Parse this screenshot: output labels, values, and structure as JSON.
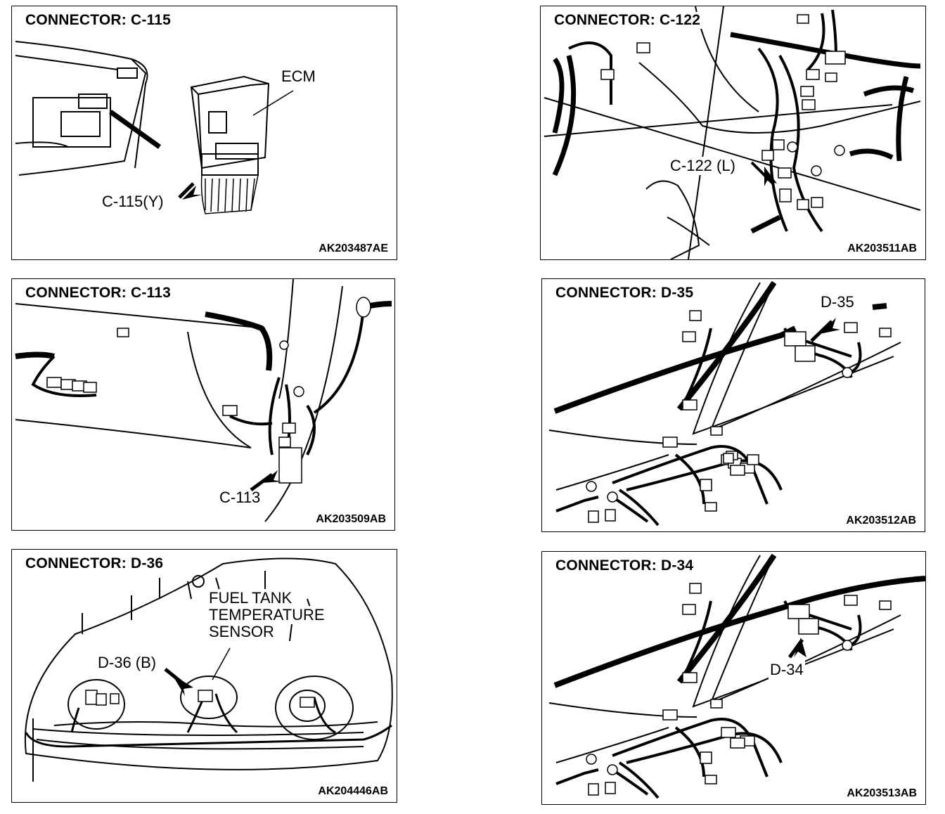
{
  "panels": [
    {
      "title": "CONNECTOR: C-115",
      "code": "AK203487AE",
      "labels": {
        "ecm": "ECM",
        "connector": "C-115(Y)"
      }
    },
    {
      "title": "CONNECTOR: C-122",
      "code": "AK203511AB",
      "labels": {
        "connector": "C-122 (L)"
      }
    },
    {
      "title": "CONNECTOR: C-113",
      "code": "AK203509AB",
      "labels": {
        "connector": "C-113"
      }
    },
    {
      "title": "CONNECTOR: D-35",
      "code": "AK203512AB",
      "labels": {
        "connector": "D-35"
      }
    },
    {
      "title": "CONNECTOR: D-36",
      "code": "AK204446AB",
      "labels": {
        "sensor_line1": "FUEL TANK",
        "sensor_line2": "TEMPERATURE",
        "sensor_line3": "SENSOR",
        "connector": "D-36 (B)"
      }
    },
    {
      "title": "CONNECTOR: D-34",
      "code": "AK203513AB",
      "labels": {
        "connector": "D-34"
      }
    }
  ]
}
